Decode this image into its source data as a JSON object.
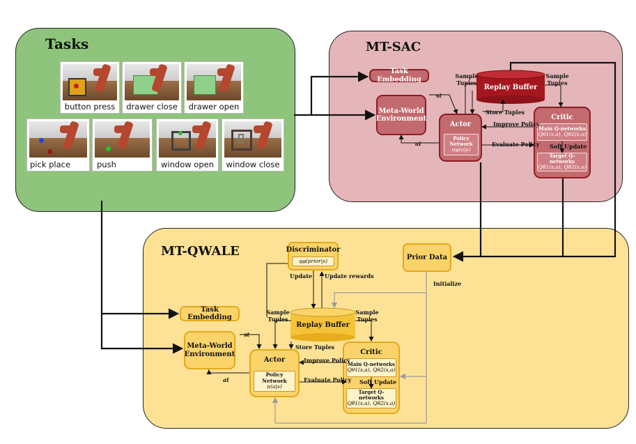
{
  "tasks": {
    "title": "Tasks",
    "items": [
      {
        "label": "button press"
      },
      {
        "label": "drawer close"
      },
      {
        "label": "drawer open"
      },
      {
        "label": "pick place"
      },
      {
        "label": "push"
      },
      {
        "label": "window open"
      },
      {
        "label": "window close"
      }
    ]
  },
  "mtsac": {
    "title": "MT-SAC",
    "task_embedding": "Task Embedding",
    "environment": "Meta-World Environment",
    "replay_buffer": "Replay Buffer",
    "actor": "Actor",
    "policy_network": "Policy Network",
    "policy_formula": "πφ(a|s)",
    "critic": "Critic",
    "main_q": "Main Q-networks",
    "main_q_formula": "Qθ1(s,a), Qθ2(s,a)",
    "target_q": "Target Q-networks",
    "target_q_formula": "Qθ̄1(s,a), Qθ̄2(s,a)",
    "edges": {
      "sample_tuples_left": "Sample Tuples",
      "sample_tuples_right": "Sample Tuples",
      "store_tuples": "Store Tuples",
      "improve_policy": "Improve Policy",
      "evaluate_policy": "Evaluate Policy",
      "soft_update": "Soft  Update",
      "state": "st",
      "action": "at"
    }
  },
  "qwale": {
    "title": "MT-QWALE",
    "discriminator": "Discriminator",
    "disc_formula": "qφ(prior|s)",
    "prior_data": "Prior Data",
    "task_embedding": "Task Embedding",
    "environment": "Meta-World Environment",
    "replay_buffer": "Replay Buffer",
    "actor": "Actor",
    "policy_network": "Policy Network",
    "policy_formula": "π(a|s)",
    "critic": "Critic",
    "main_q": "Main Q-networks",
    "main_q_formula": "Qθ1(s,a), Qθ2(s,a)",
    "target_q": "Target Q-networks",
    "target_q_formula": "Qθ̄1(s,a), Qθ̄2(s,a)",
    "edges": {
      "update": "Update",
      "update_rewards": "Update rewards",
      "initialize": "Initialize",
      "sample_tuples_left": "Sample Tuples",
      "sample_tuples_right": "Sample Tuples",
      "store_tuples": "Store Tuples",
      "improve_policy": "Improve Policy",
      "evaluate_policy": "Evaluate Policy",
      "soft_update": "Soft  Update",
      "state": "st",
      "action": "at"
    }
  },
  "colors": {
    "tasks_bg": "#8fc47c",
    "sac_bg": "#e4b6b9",
    "qwale_bg": "#fde296",
    "sac_node": "#c36a6f",
    "sac_buffer": "#a5161f",
    "qwale_node": "#fbd36b"
  }
}
